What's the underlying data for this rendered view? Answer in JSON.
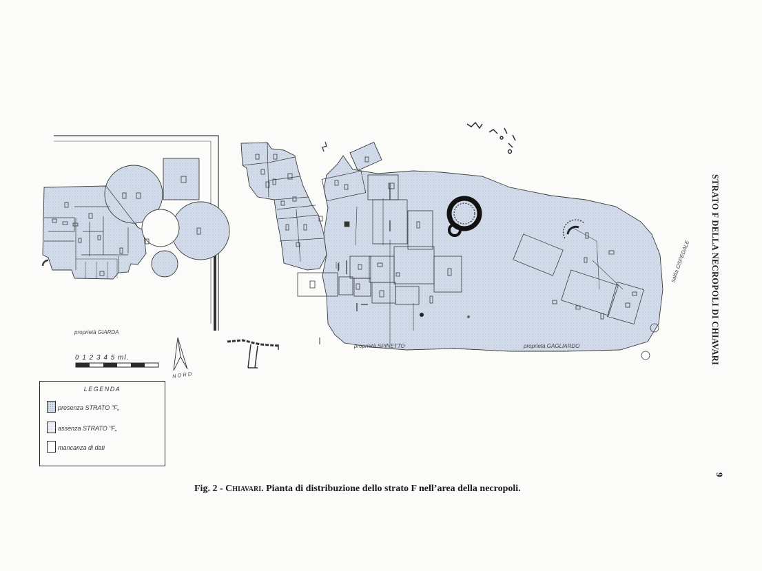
{
  "running_head": "STRATO F DELLA NECROPOLI DI CHIAVARI",
  "page_number": "9",
  "caption": {
    "prefix": "Fig. 2 - ",
    "place": "Chiavari",
    "text": ". Pianta di distribuzione dello strato F nell’area della necropoli."
  },
  "map": {
    "property_labels": [
      "proprietà GIARDA",
      "proprietà SPINETTO",
      "proprietà GAGLIARDO"
    ],
    "street_label": "salita OSPEDALE",
    "north_label": "N O R D",
    "scale_label": "0  1  2  3  4  5 ml."
  },
  "legend": {
    "title": "LEGENDA",
    "items": [
      {
        "label": "presenza   STRATO \"F„",
        "swatch_color": "#d3dcea",
        "pattern": "stipple-dense"
      },
      {
        "label": "assenza     STRATO \"F„",
        "swatch_color": "#e6ebf2",
        "pattern": "stipple-light"
      },
      {
        "label": "mancanza  di  dati",
        "swatch_color": "#fbfbfa",
        "pattern": "none"
      }
    ]
  },
  "colors": {
    "presence_fill": "#d3dcea",
    "absence_fill": "#e6ebf2",
    "line": "#3a3a3a",
    "paper": "#fbfbfa"
  }
}
